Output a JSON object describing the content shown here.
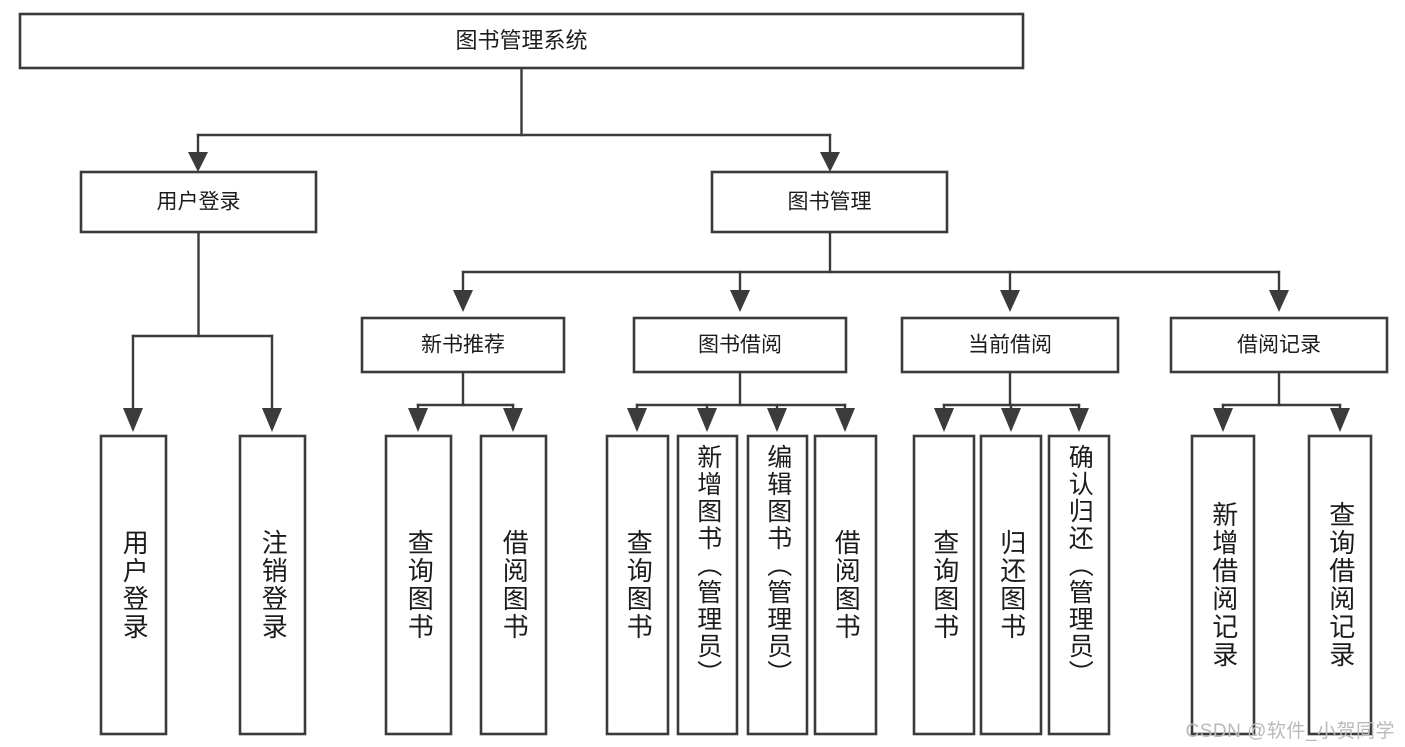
{
  "diagram": {
    "title": "图书管理系统",
    "type": "tree-hierarchy-chart",
    "orientation": "top-down",
    "root": {
      "label": "图书管理系统"
    },
    "level2": [
      {
        "label": "用户登录"
      },
      {
        "label": "图书管理"
      }
    ],
    "level3": [
      {
        "label": "新书推荐"
      },
      {
        "label": "图书借阅"
      },
      {
        "label": "当前借阅"
      },
      {
        "label": "借阅记录"
      }
    ],
    "leaves": {
      "user_login": [
        {
          "label": "用户登录"
        },
        {
          "label": "注销登录"
        }
      ],
      "new_book_recommend": [
        {
          "label": "查询图书"
        },
        {
          "label": "借阅图书"
        }
      ],
      "book_borrow": [
        {
          "label": "查询图书"
        },
        {
          "label": "新增图书（管理员）"
        },
        {
          "label": "编辑图书（管理员）"
        },
        {
          "label": "借阅图书"
        }
      ],
      "current_borrow": [
        {
          "label": "查询图书"
        },
        {
          "label": "归还图书"
        },
        {
          "label": "确认归还（管理员）"
        }
      ],
      "borrow_record": [
        {
          "label": "新增借阅记录"
        },
        {
          "label": "查询借阅记录"
        }
      ]
    }
  },
  "watermark": {
    "text": "CSDN @软件_小贺同学"
  },
  "colors": {
    "stroke": "#3b3b3b",
    "fill": "#ffffff",
    "text": "#1c1c1c",
    "watermark": "#b9b9b9"
  }
}
